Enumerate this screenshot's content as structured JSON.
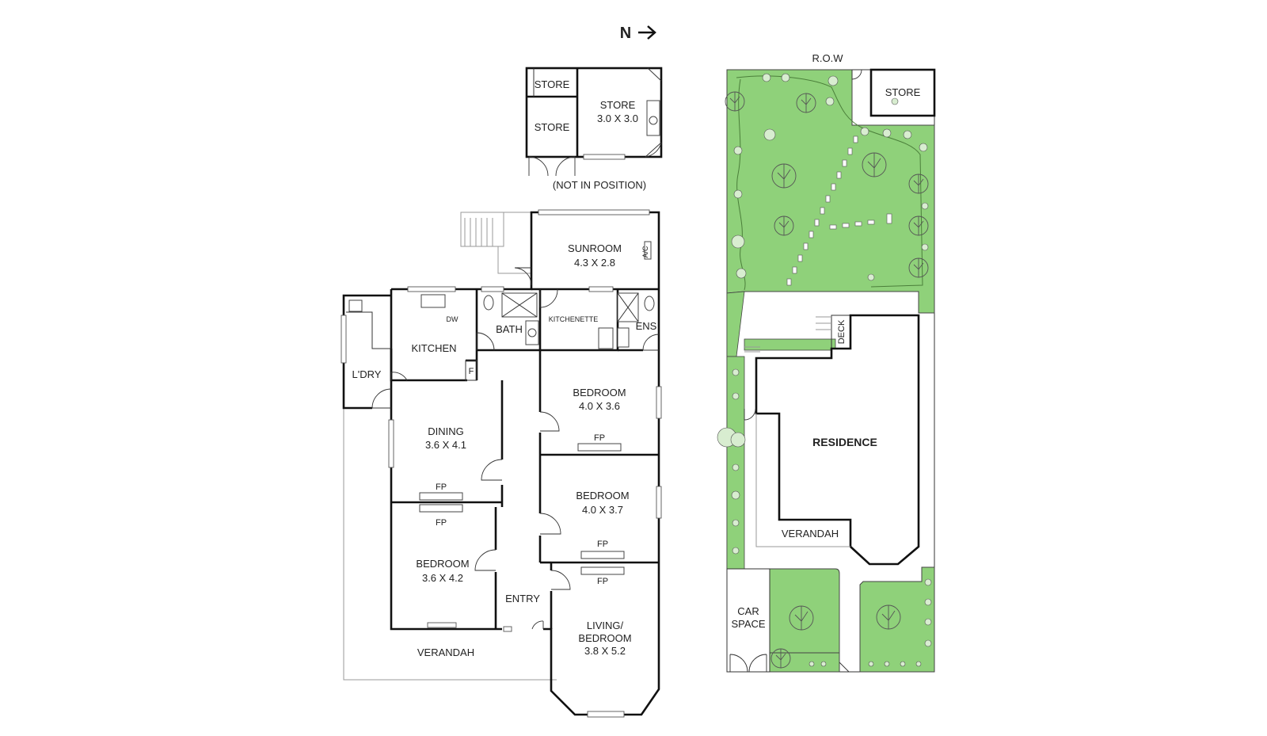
{
  "orientation": {
    "north_label": "N",
    "arrow": "arrow-right-icon"
  },
  "outbuildings": {
    "store_small_1": "STORE",
    "store_small_2": "STORE",
    "store_main": {
      "name": "STORE",
      "size": "3.0 X 3.0"
    },
    "note": "(NOT IN POSITION)"
  },
  "house": {
    "sunroom": {
      "name": "SUNROOM",
      "size": "4.3 X 2.8",
      "ac": "A/C"
    },
    "kitchen": {
      "name": "KITCHEN",
      "dw": "DW",
      "fridge": "F"
    },
    "bath": "BATH",
    "kitchenette": "KITCHENETTE",
    "ens": "ENS",
    "laundry": "L'DRY",
    "dining": {
      "name": "DINING",
      "size": "3.6 X 4.1"
    },
    "bedroom_1": {
      "name": "BEDROOM",
      "size": "4.0 X 3.6"
    },
    "bedroom_2": {
      "name": "BEDROOM",
      "size": "4.0 X 3.7"
    },
    "bedroom_3": {
      "name": "BEDROOM",
      "size": "3.6 X 4.2"
    },
    "living": {
      "name_line1": "LIVING/",
      "name_line2": "BEDROOM",
      "size": "3.8 X 5.2"
    },
    "entry": "ENTRY",
    "verandah": "VERANDAH",
    "fireplace": "FP"
  },
  "site": {
    "row": "R.O.W",
    "store": "STORE",
    "deck": "DECK",
    "residence": "RESIDENCE",
    "verandah": "VERANDAH",
    "car_space_line1": "CAR",
    "car_space_line2": "SPACE"
  },
  "colors": {
    "lawn": "#8fd17a",
    "wall": "#111111",
    "background": "#ffffff"
  }
}
